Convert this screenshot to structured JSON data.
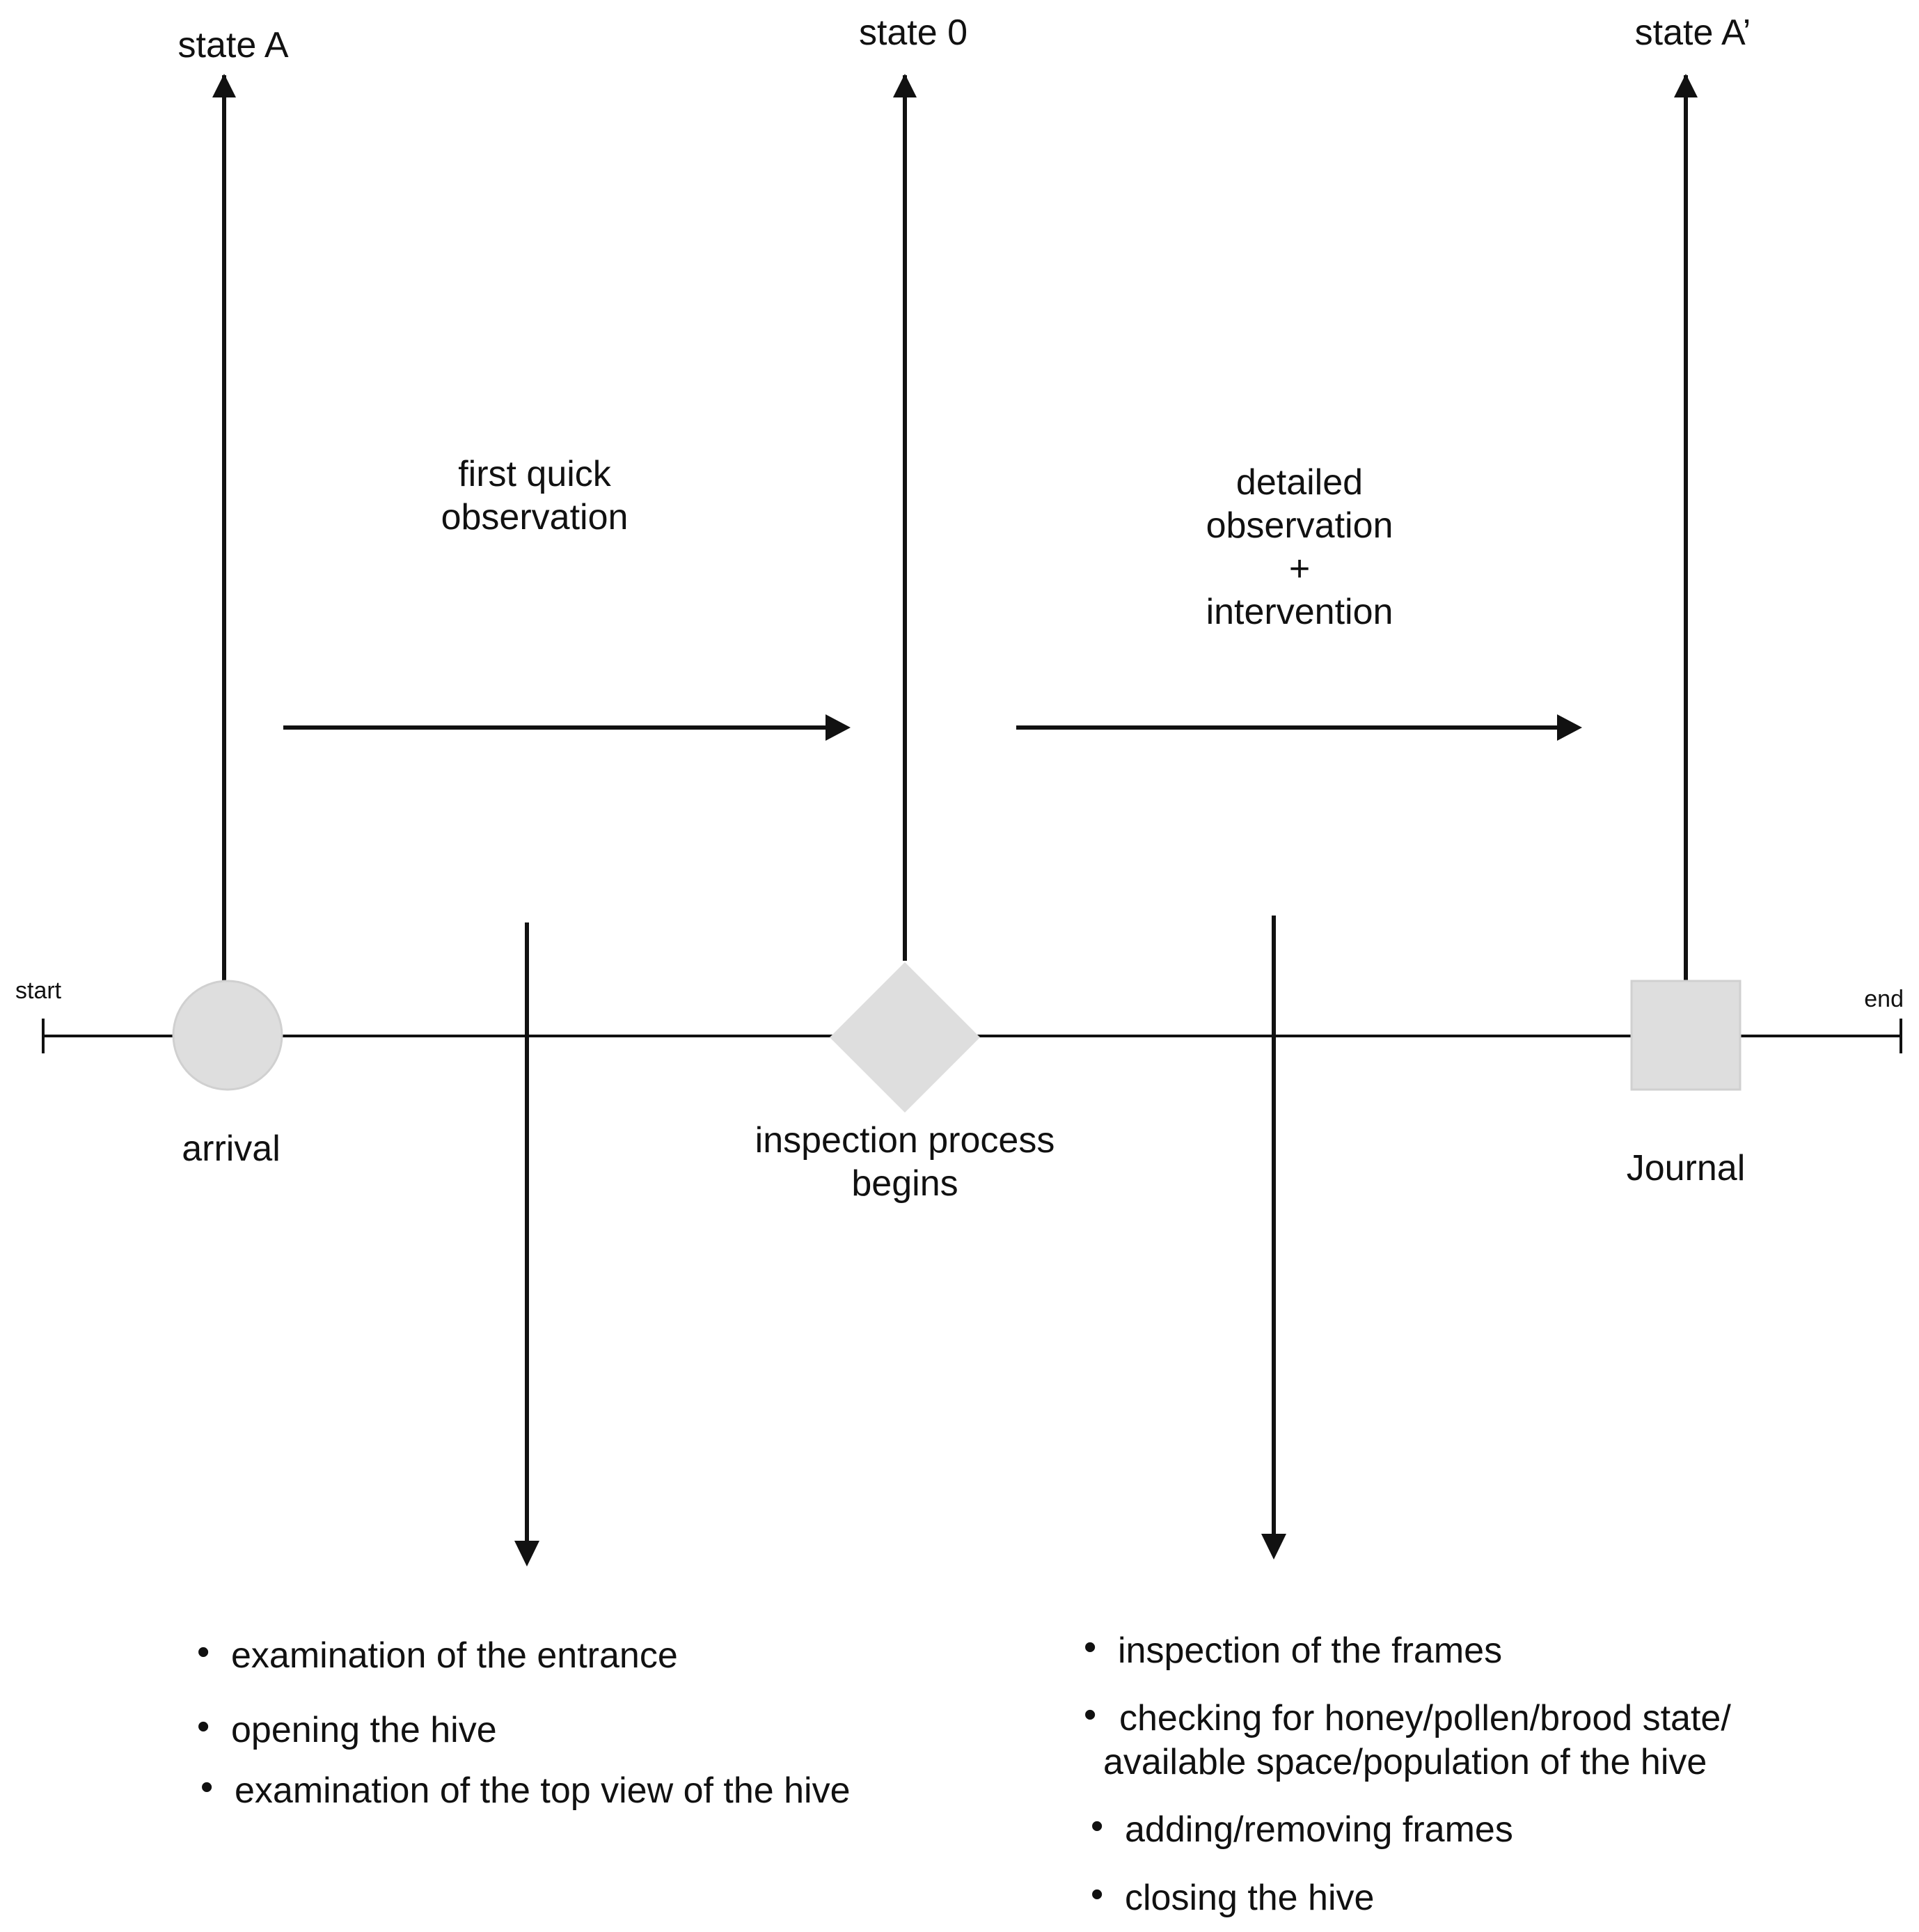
{
  "timeline": {
    "start_label": "start",
    "end_label": "end"
  },
  "milestones": {
    "arrival": {
      "label": "arrival",
      "state": "state A",
      "shape": "circle"
    },
    "inspection": {
      "label_line1": "inspection process",
      "label_line2": "begins",
      "state": "state 0",
      "shape": "diamond"
    },
    "journal": {
      "label": "Journal",
      "state": "state A’",
      "shape": "square"
    }
  },
  "phases": {
    "first": {
      "line1": "first quick",
      "line2": "observation"
    },
    "second": {
      "line1": "detailed",
      "line2": "observation",
      "line3": "+",
      "line4": "intervention"
    }
  },
  "activities": {
    "first": {
      "items": [
        "examination of the entrance",
        "opening the hive",
        "examination of the top view of the hive"
      ]
    },
    "second": {
      "item1": "inspection of the frames",
      "item2_line1": "checking for honey/pollen/brood state/",
      "item2_line2": "available space/population of the hive",
      "item3": "adding/removing frames",
      "item4": "closing the hive"
    }
  },
  "bullet": "•",
  "colors": {
    "line": "#111111",
    "shape_fill": "#dedede",
    "background": "#ffffff"
  }
}
